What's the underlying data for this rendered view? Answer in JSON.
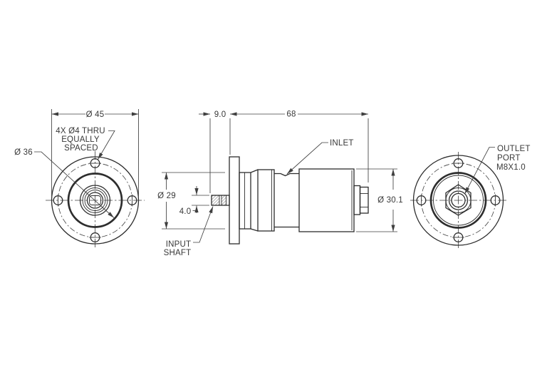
{
  "drawing": {
    "front_view": {
      "dim_flange_diameter": "Ø 45",
      "holes_note_line1": "4X Ø4 THRU",
      "holes_note_line2": "EQUALLY",
      "holes_note_line3": "SPACED",
      "dim_pilot_diameter": "Ø 36"
    },
    "side_view": {
      "dim_shaft_protrusion": "9.0",
      "dim_body_length": "68",
      "label_inlet": "INLET",
      "dim_body_diameter": "Ø 29",
      "dim_shaft_diameter": "4.0",
      "label_input_shaft_line1": "INPUT",
      "label_input_shaft_line2": "SHAFT",
      "dim_rear_body_diameter": "Ø 30.1"
    },
    "rear_view": {
      "label_outlet_line1": "OUTLET",
      "label_outlet_line2": "PORT",
      "label_outlet_line3": "M8X1.0"
    },
    "colors": {
      "line": "#2d2d2d",
      "dimension": "#3f3f3f",
      "background": "#ffffff"
    }
  }
}
